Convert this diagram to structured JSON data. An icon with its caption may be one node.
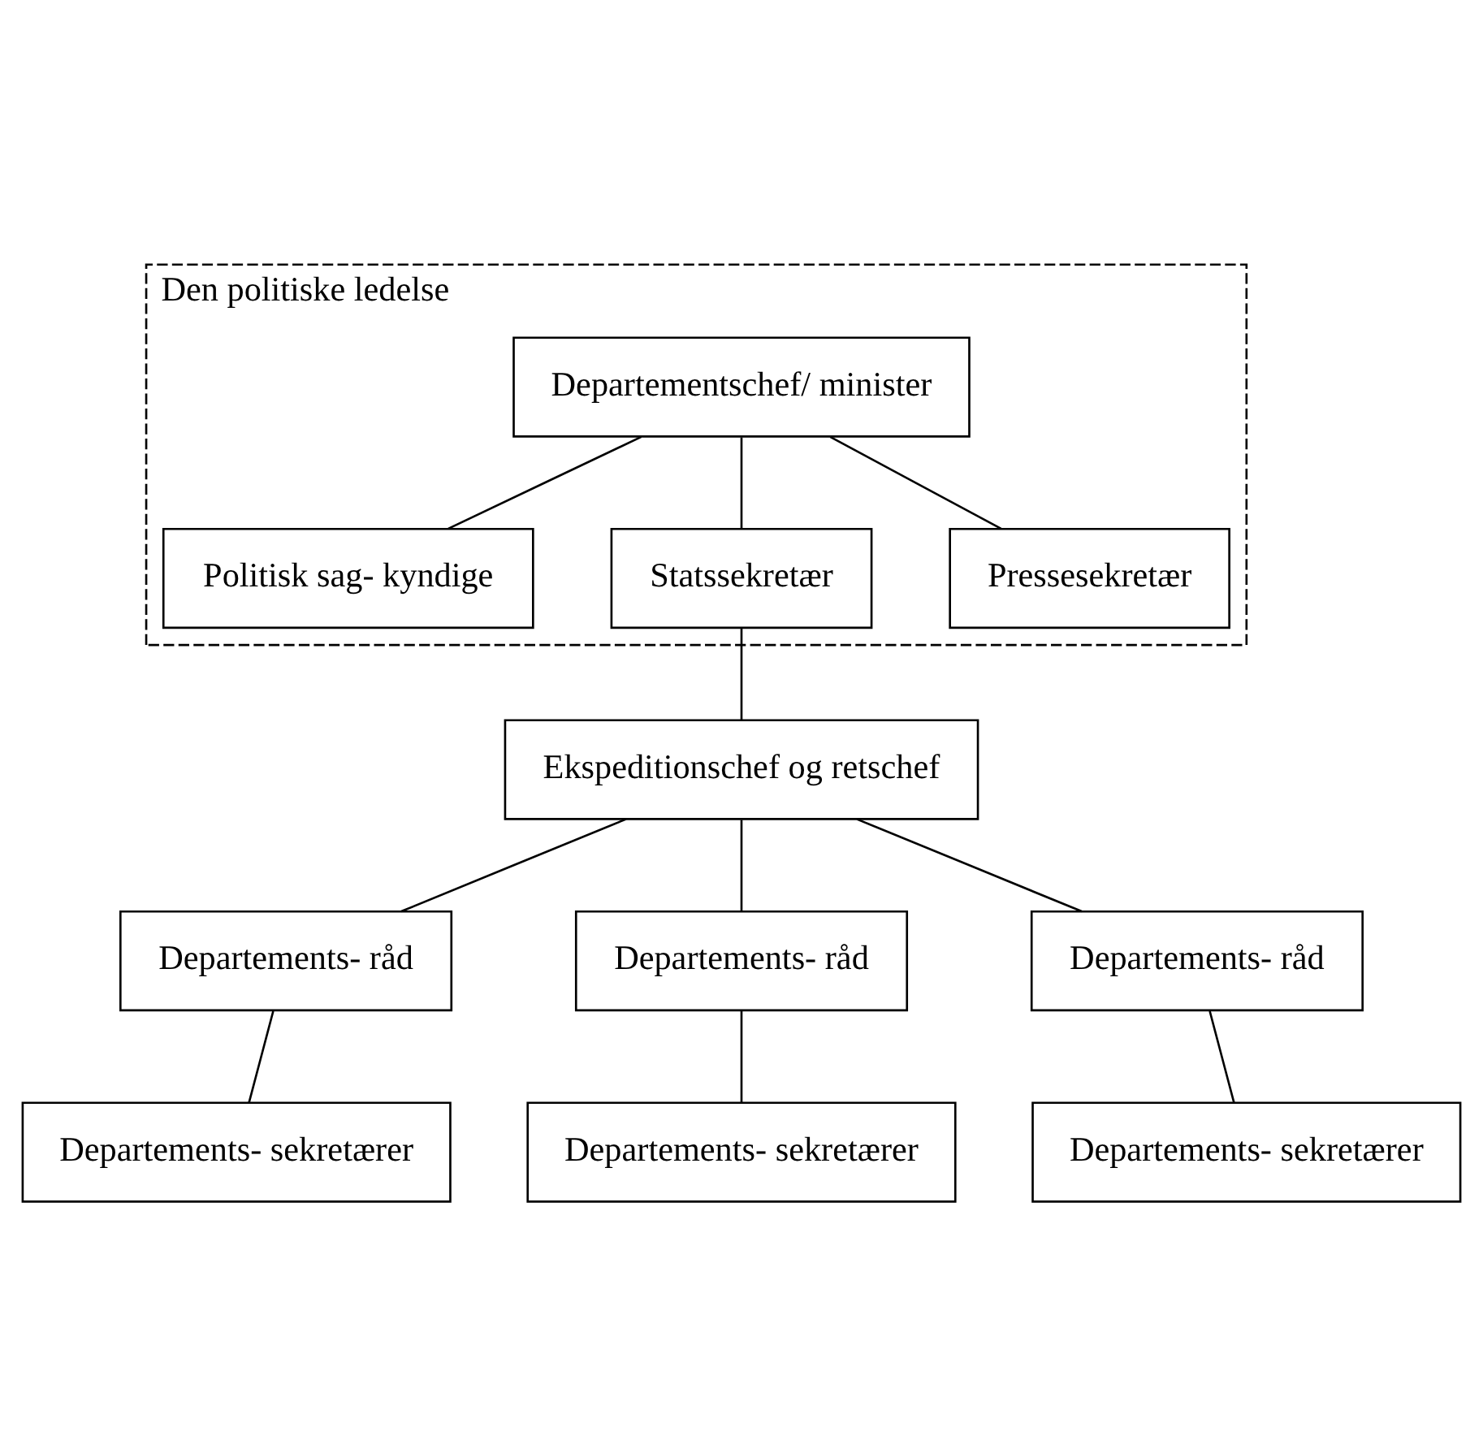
{
  "diagram": {
    "nodes": [
      {
        "text": [
          "Den politiske ledelse"
        ]
      },
      {
        "text": [
          "Departementschef/ minister"
        ],
        "in": 0
      },
      {
        "text": [
          "Politisk sag- kyndige"
        ],
        "in": 0
      },
      {
        "text": [
          "Statssekretær"
        ],
        "in": 0
      },
      {
        "text": [
          "Pressesekretær"
        ],
        "in": 0
      },
      {
        "text": [
          "Ekspeditionschef og retschef"
        ]
      },
      {
        "text": [
          "Departements- råd"
        ]
      },
      {
        "text": [
          "Departements- råd"
        ]
      },
      {
        "text": [
          "Departements- råd"
        ]
      },
      {
        "text": [
          "Departements- sekretærer"
        ]
      },
      {
        "text": [
          "Departements- sekretærer"
        ]
      },
      {
        "text": [
          "Departements- sekretærer"
        ]
      }
    ],
    "edges": [
      {
        "from": 1,
        "to": 2,
        "arrow": "none"
      },
      {
        "from": 1,
        "to": 3,
        "arrow": "none"
      },
      {
        "from": 1,
        "to": 4,
        "arrow": "none"
      },
      {
        "from": 3,
        "to": 5,
        "arrow": "none"
      },
      {
        "from": 5,
        "to": 6,
        "arrow": "none"
      },
      {
        "from": 5,
        "to": 7,
        "arrow": "none"
      },
      {
        "from": 5,
        "to": 8,
        "arrow": "none"
      },
      {
        "from": 6,
        "to": 9,
        "arrow": "none"
      },
      {
        "from": 7,
        "to": 10,
        "arrow": "none"
      },
      {
        "from": 8,
        "to": 11,
        "arrow": "none"
      }
    ]
  }
}
